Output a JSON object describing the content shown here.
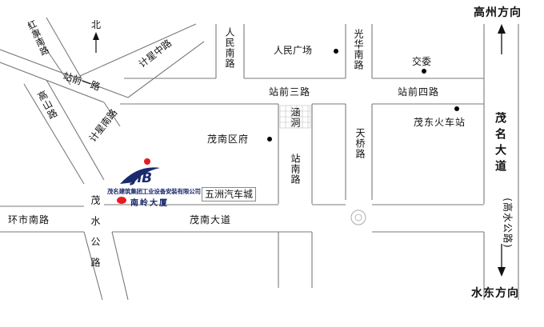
{
  "directions": {
    "gaozhou": "高州方向",
    "shuidong": "水东方向",
    "north": "北"
  },
  "roads": {
    "hongqi_nan": "红旗南路",
    "zhanqian_yi": "站前一路",
    "jixing_zhong": "计星中路",
    "renmin_nan": "人民南路",
    "guanghua_nan": "光华南路",
    "zhanqian_san": "站前三路",
    "zhanqian_si": "站前四路",
    "gaoshan": "高山路",
    "jixing_nan": "计星南路",
    "handong": "涵洞",
    "zhannan": "站南路",
    "tianqiao": "天桥路",
    "maoming_dadao": "茂名大道",
    "gaoshui_gonglu": "(高水公路)",
    "huanshi_nan": "环市南路",
    "maonan_dadao": "茂南大道",
    "maoshui_gonglu": "茂水公路"
  },
  "places": {
    "renmin_guangchang": "人民广场",
    "jiaowei": "交委",
    "maodong_station": "茂东火车站",
    "maonan_district": "茂南区府",
    "wuzhou_bus": "五洲汽车城"
  },
  "company": {
    "name": "茂名建筑集团工业设备安装有限公司",
    "building": "南岭大厦",
    "logo_text": "JiB"
  },
  "colors": {
    "road": "#7a7a7a",
    "marker": "#e51c23",
    "logo": "#1b2a6e"
  }
}
